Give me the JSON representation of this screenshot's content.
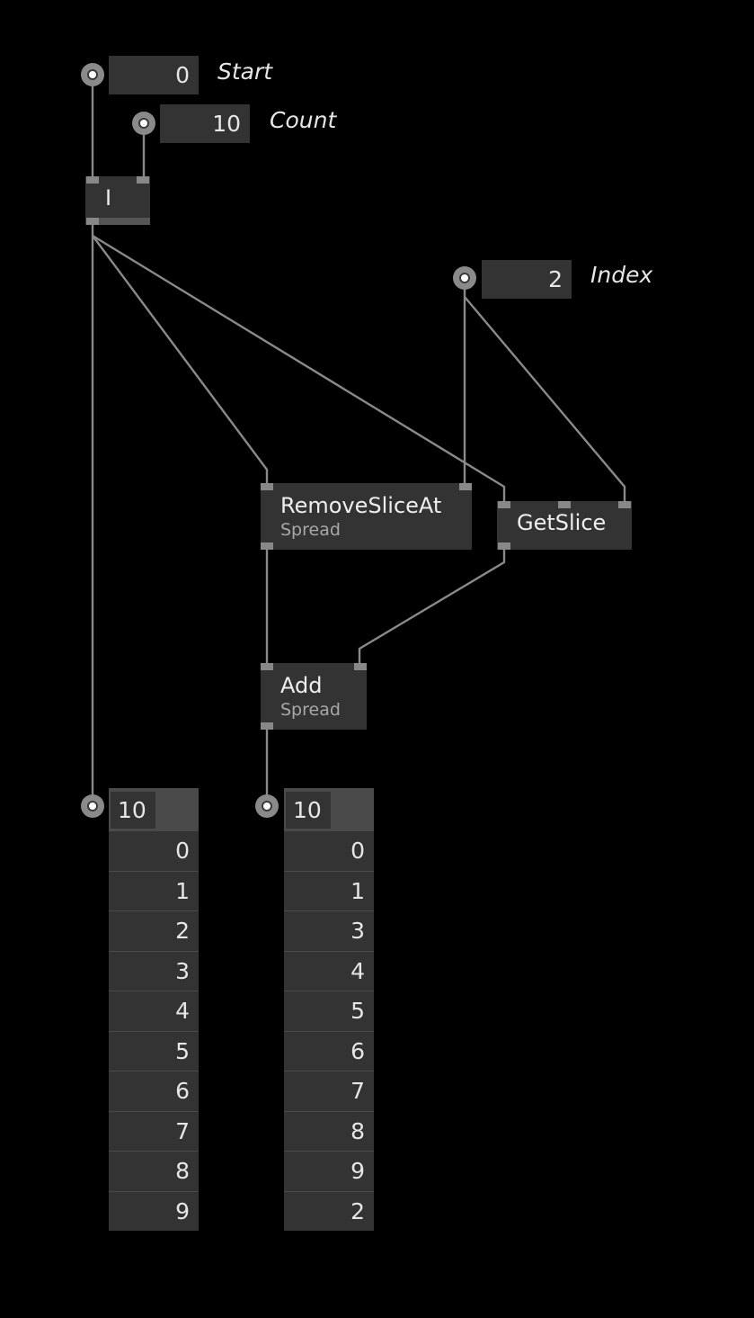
{
  "inputs": {
    "start": {
      "value": "0",
      "label": "Start"
    },
    "count": {
      "value": "10",
      "label": "Count"
    },
    "index": {
      "value": "2",
      "label": "Index"
    }
  },
  "nodes": {
    "i": {
      "title": "I"
    },
    "remove_slice_at": {
      "title": "RemoveSliceAt",
      "subtitle": "Spread"
    },
    "get_slice": {
      "title": "GetSlice"
    },
    "add": {
      "title": "Add",
      "subtitle": "Spread"
    }
  },
  "outputs": {
    "left": {
      "count": "10",
      "values": [
        "0",
        "1",
        "2",
        "3",
        "4",
        "5",
        "6",
        "7",
        "8",
        "9"
      ]
    },
    "right": {
      "count": "10",
      "values": [
        "0",
        "1",
        "3",
        "4",
        "5",
        "6",
        "7",
        "8",
        "9",
        "2"
      ]
    }
  }
}
